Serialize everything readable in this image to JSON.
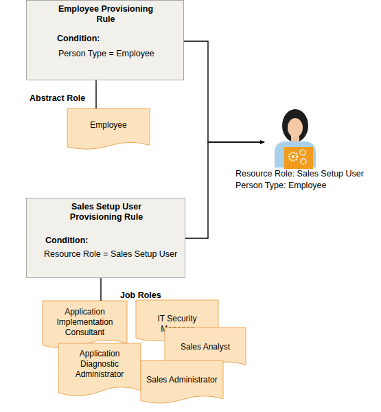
{
  "diagram": {
    "nodes": [
      {
        "text": [
          "Employee Provisioning Rule",
          "Condition:",
          "Person Type = Employee"
        ]
      },
      {
        "text": [
          "Employee"
        ]
      },
      {
        "text": [
          "Sales Setup User Provisioning Rule",
          "Condition:",
          "Resource Role = Sales Setup User"
        ]
      },
      {
        "text": [
          "Application Implementation Consultant"
        ]
      },
      {
        "text": [
          "IT Security Manager"
        ]
      },
      {
        "text": [
          "Sales Analyst"
        ]
      },
      {
        "text": [
          "Application Diagnostic Administrator"
        ]
      },
      {
        "text": [
          "Sales Administrator"
        ]
      },
      {
        "text": [
          "Resource Role: Sales Setup User",
          "Person Type: Employee"
        ]
      }
    ],
    "edges": [
      {
        "from": 0,
        "to": 1,
        "arrow": "none"
      },
      {
        "from": 2,
        "to": 3,
        "arrow": "none"
      },
      {
        "from": 0,
        "to": 8,
        "arrow": "to"
      },
      {
        "from": 2,
        "to": 8,
        "arrow": "to"
      }
    ],
    "labels": [
      "Abstract Role",
      "Job Roles"
    ]
  }
}
